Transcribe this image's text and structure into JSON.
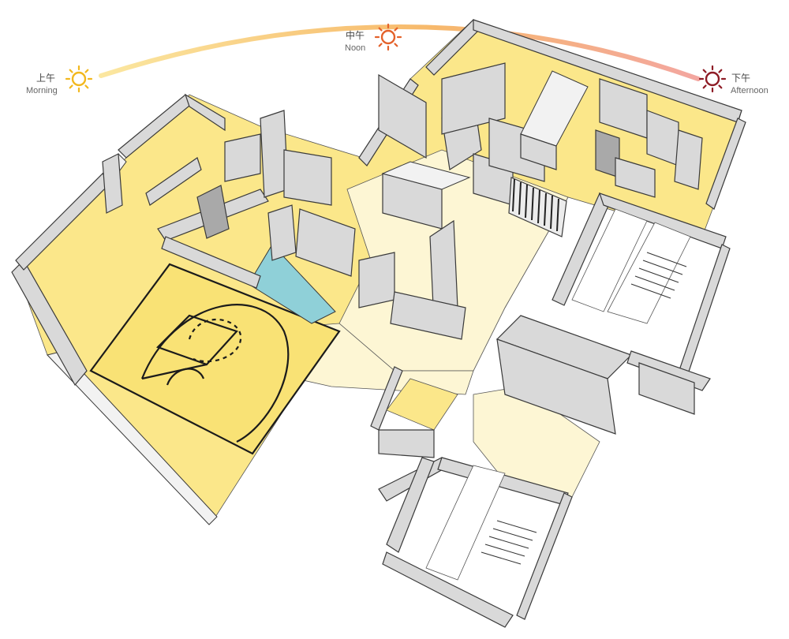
{
  "sun_path": {
    "morning": {
      "label_cn": "上午",
      "label_en": "Morning",
      "color": "#f2b81e"
    },
    "noon": {
      "label_cn": "中午",
      "label_en": "Noon",
      "color": "#e4622b"
    },
    "afternoon": {
      "label_cn": "下午",
      "label_en": "Afternoon",
      "color": "#8e1c26"
    },
    "arc_colors": [
      "#fbe7a0",
      "#f7b96b",
      "#f3a6a0"
    ]
  },
  "colors": {
    "sunlit_floor": "#fbe78a",
    "pale_floor": "#fdf6d4",
    "wall": "#d9d9d9",
    "pool": "#8fd0d8"
  }
}
